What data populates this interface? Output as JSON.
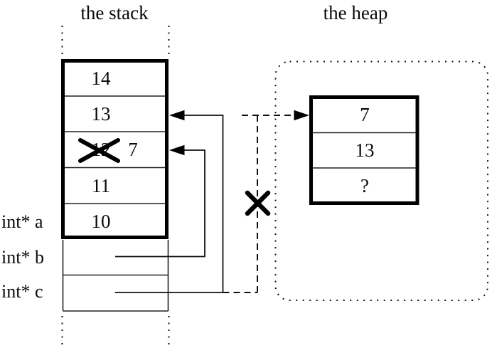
{
  "titles": {
    "stack": "the stack",
    "heap": "the heap"
  },
  "stack": {
    "cells": [
      "14",
      "13",
      "12",
      "11",
      "10"
    ],
    "crossed_out_cell": "12",
    "replacement_value": "7"
  },
  "pointer_vars": {
    "a": "int* a",
    "b": "int* b",
    "c": "int* c"
  },
  "heap": {
    "cells": [
      "7",
      "13",
      "?"
    ]
  },
  "colors": {
    "ink": "#000000",
    "background": "#ffffff"
  }
}
